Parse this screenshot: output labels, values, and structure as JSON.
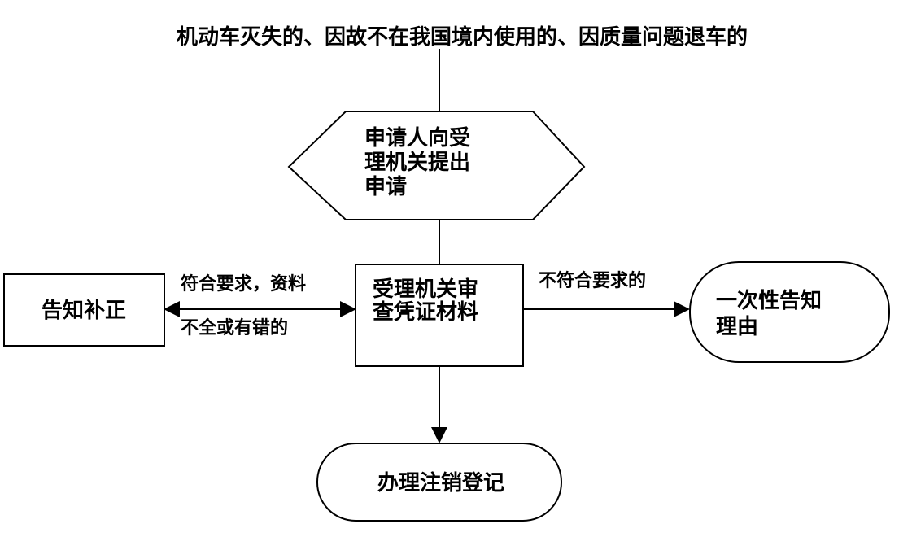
{
  "title": "机动车灭失的、因故不在我国境内使用的、因质量问题退车的",
  "nodes": {
    "apply": [
      "申请人向受",
      "理机关提出",
      "申请"
    ],
    "review": [
      "受理机关审",
      "查凭证材料"
    ],
    "correction": "告知补正",
    "reject": [
      "一次性告知",
      "理由"
    ],
    "register": "办理注销登记"
  },
  "edges": {
    "incomplete": [
      "符合要求，资料",
      "不全或有错的"
    ],
    "not_compliant": "不符合要求的"
  }
}
